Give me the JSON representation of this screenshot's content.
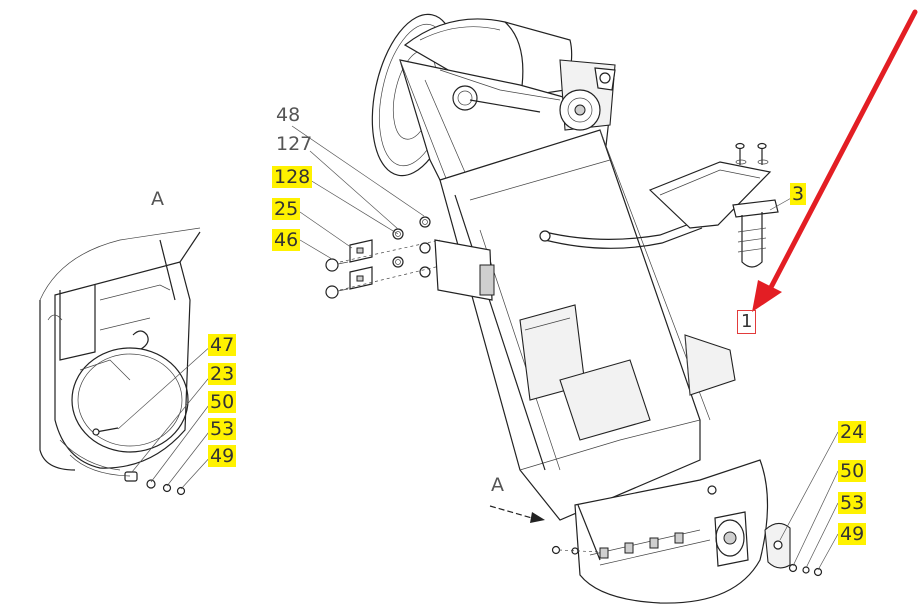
{
  "view_label": "A",
  "arrow_label": "A",
  "callouts": {
    "c48": "48",
    "c127": "127",
    "c128": "128",
    "c25": "25",
    "c46": "46",
    "c47": "47",
    "c23": "23",
    "c50_left": "50",
    "c53_left": "53",
    "c49_left": "49",
    "c3": "3",
    "c1": "1",
    "c24": "24",
    "c50_right": "50",
    "c53_right": "53",
    "c49_right": "49"
  },
  "colors": {
    "highlight": "#fff200",
    "pointer_arrow": "#e31e24",
    "line": "#222222"
  }
}
